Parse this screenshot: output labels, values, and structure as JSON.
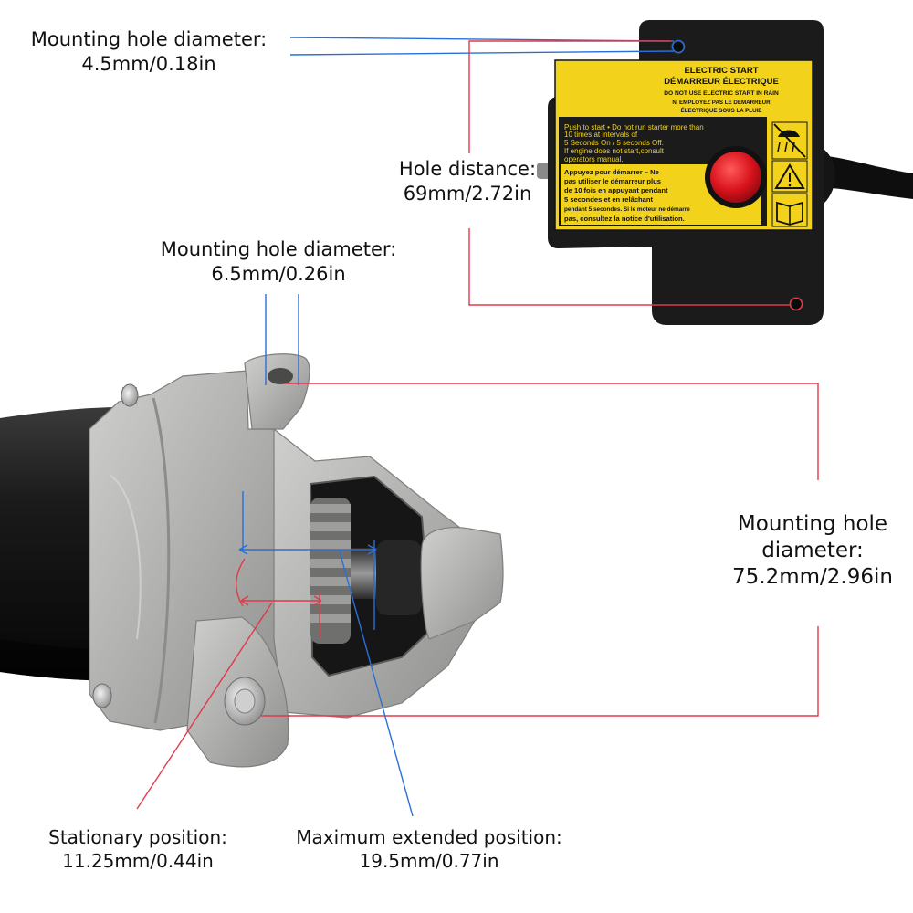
{
  "annotations": {
    "switch_hole": {
      "title": "Mounting hole diameter:",
      "value": "4.5mm/0.18in"
    },
    "hole_distance": {
      "title": "Hole distance:",
      "value": "69mm/2.72in"
    },
    "motor_hole": {
      "title": "Mounting hole diameter:",
      "value": "6.5mm/0.26in"
    },
    "flange_span": {
      "title_line1": "Mounting hole",
      "title_line2": "diameter:",
      "value": "75.2mm/2.96in"
    },
    "stationary": {
      "title": "Stationary position:",
      "value": "11.25mm/0.44in"
    },
    "extended": {
      "title": "Maximum extended position:",
      "value": "19.5mm/0.77in"
    }
  },
  "switch_box": {
    "header_en": "ELECTRIC START",
    "header_fr": "DÉMARREUR ÉLECTRIQUE",
    "warn_en": "DO NOT USE ELECTRIC START IN RAIN",
    "warn_fr_1": "N' EMPLOYEZ PAS LE DEMARREUR",
    "warn_fr_2": "ÉLECTRIQUE SOUS LA PLUIE",
    "instr_en": [
      "Push to start • Do not run starter more than",
      "10 times at intervals of",
      "5 Seconds On  / 5 seconds Off.",
      "If engine does not start,consult",
      "operators manual."
    ],
    "instr_fr": [
      "Appuyez pour démarrer – Ne",
      "pas utiliser le démarreur plus",
      "de 10 fois en appuyant pendant",
      "5 secondes et en relâchant",
      "pendant 5 secondes. Si le moteur ne démarre",
      "pas, consultez la notice d'utilisation."
    ]
  },
  "colors": {
    "red_line": "#e03a4a",
    "blue_line": "#2a6fd8",
    "housing": "#b3b3b1",
    "motor_body": "#141414",
    "switch_body": "#1b1b1b",
    "label_yellow": "#f2d21b",
    "start_button": "#d8121c"
  }
}
